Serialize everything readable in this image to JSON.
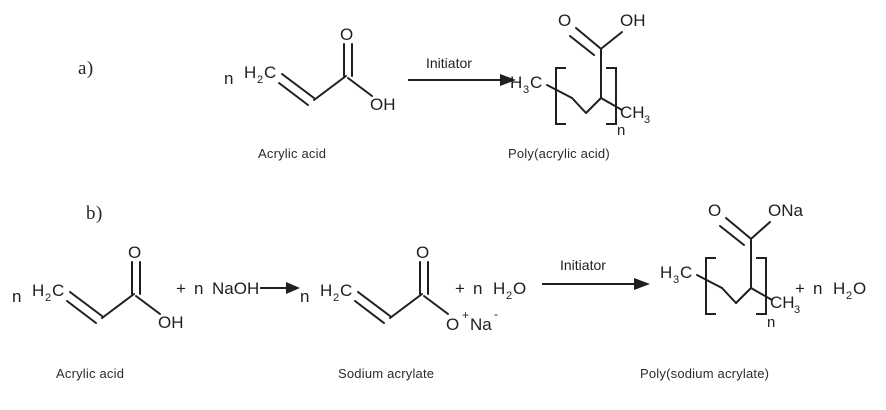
{
  "figure": {
    "type": "chemical-reaction-scheme",
    "background": "#ffffff",
    "ink_color": "#1f1f1f"
  },
  "panels": [
    {
      "id": "a",
      "label": "a)",
      "description": "Free radical polymerization of acrylic acid to poly(acrylic acid)",
      "reactants": [
        {
          "coefficient": "n",
          "name": "Acrylic acid",
          "formula_parts": {
            "left": "H",
            "left_sub": "2",
            "left_tail": "C",
            "carbonyl_o": "O",
            "acid": "OH"
          }
        }
      ],
      "arrow": {
        "above_label": "Initiator",
        "below_label": ""
      },
      "products": [
        {
          "name": "Poly(acrylic acid)",
          "end_group_left": "H3C",
          "end_group_right": "CH3",
          "repeat_subscript": "n",
          "pendant_top_left": "O",
          "pendant_top_right": "OH"
        }
      ]
    },
    {
      "id": "b",
      "label": "b)",
      "description": "Neutralization of acrylic acid with sodium hydroxide to sodium acrylate, then polymerization to poly(sodium acrylate)",
      "steps": [
        {
          "reactants": [
            {
              "coefficient": "n",
              "name": "Acrylic acid"
            },
            {
              "plus": "+",
              "coefficient": "n",
              "label": "NaOH"
            }
          ],
          "arrow": {
            "above_label": ""
          },
          "products": [
            {
              "coefficient": "n",
              "name": "Sodium acrylate",
              "anion": "O",
              "cation": "Na",
              "charge_plus": "+",
              "charge_minus": "-"
            },
            {
              "plus": "+",
              "coefficient": "n",
              "label": "H2O"
            }
          ]
        },
        {
          "arrow": {
            "above_label": "Initiator"
          },
          "products": [
            {
              "name": "Poly(sodium acrylate)",
              "end_group_left": "H3C",
              "end_group_right": "CH3",
              "repeat_subscript": "n",
              "pendant_top_left": "O",
              "pendant_top_right": "ONa"
            },
            {
              "plus": "+",
              "coefficient": "n",
              "label": "H2O"
            }
          ]
        }
      ]
    }
  ],
  "labels": {
    "panel_a": "a)",
    "panel_b": "b)",
    "initiator_a": "Initiator",
    "initiator_b": "Initiator",
    "acrylic_acid_a": "Acrylic acid",
    "poly_acrylic_acid": "Poly(acrylic acid)",
    "acrylic_acid_b": "Acrylic acid",
    "sodium_acrylate": "Sodium acrylate",
    "poly_sodium_acrylate": "Poly(sodium acrylate)"
  },
  "atoms": {
    "n": "n",
    "H": "H",
    "two": "2",
    "three": "3",
    "C": "C",
    "O": "O",
    "OH": "OH",
    "ONa": "ONa",
    "Na": "Na",
    "CH": "CH",
    "H3C": "H",
    "plus": "+",
    "charge_plus": "+",
    "charge_minus": "-",
    "NaOH": "NaOH",
    "H2O_H": "H",
    "H2O_O": "O"
  }
}
